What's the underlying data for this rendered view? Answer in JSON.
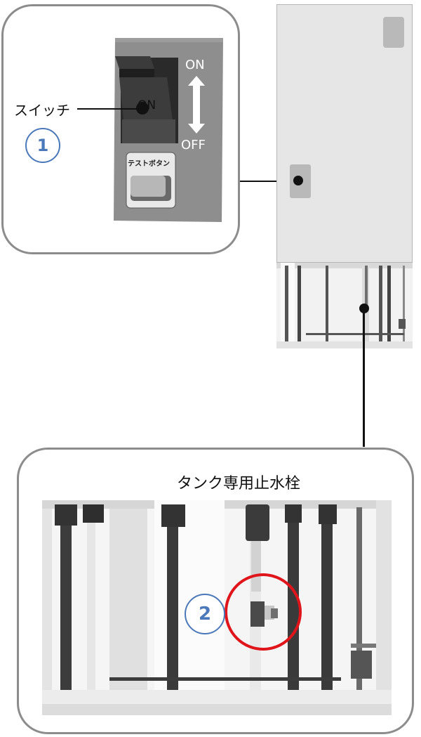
{
  "switch_panel": {
    "switch_label": "スイッチ",
    "step_number": "1",
    "on_text": "ON",
    "off_text": "OFF",
    "switch_on_text": "ON",
    "test_button_label": "テストボタン"
  },
  "valve_panel": {
    "title": "タンク専用止水栓",
    "step_number": "2"
  },
  "colors": {
    "step_blue": "#4a78b8",
    "highlight_red": "#e0151b",
    "callout_border": "#8c8c8c"
  }
}
